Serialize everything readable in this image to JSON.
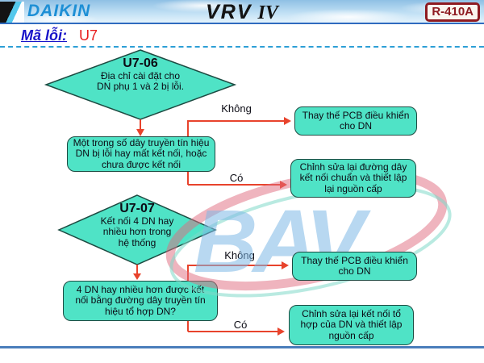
{
  "header": {
    "brand": "DAIKIN",
    "product": "VRV",
    "product_mark": "IV",
    "badge": "R-410A"
  },
  "error": {
    "label": "Mã lỗi:",
    "code": "U7"
  },
  "watermark": {
    "text": "BAV"
  },
  "colors": {
    "shape_fill": "#4FE3C6",
    "shape_border": "#1D4B42",
    "connector_red": "#E8432C",
    "error_label_blue": "#1813C9",
    "error_code_red": "#E81E1E",
    "badge_maroon": "#8E1B21",
    "daikin_blue": "#1E8FD5",
    "dashed_divider": "#2D9FD6",
    "bottom_rule": "#4A7EBB",
    "watermark_blue": "#7DB8E6",
    "watermark_red": "#E06A7E",
    "watermark_teal": "#7FD9C9"
  },
  "flow": {
    "sections": [
      {
        "id_title": "U7-06",
        "diamond_lines": [
          "Địa chỉ cài đặt cho",
          "DN phụ 1 và 2 bị lỗi."
        ],
        "statement_lines": [
          "Một trong số dây truyền tín hiệu",
          "DN bị lỗi hay mất kết nối, hoặc",
          "chưa được kết nối"
        ],
        "no_label": "Không",
        "yes_label": "Có",
        "no_action_lines": [
          "Thay thế PCB điều khiển",
          "cho DN"
        ],
        "yes_action_lines": [
          "Chỉnh sửa lại đường dây",
          "kết nối chuẩn và thiết lập",
          "lại nguồn cấp"
        ]
      },
      {
        "id_title": "U7-07",
        "diamond_lines": [
          "Kết nối 4 DN hay",
          "nhiều hơn trong",
          "hệ thống"
        ],
        "statement_lines": [
          "4 DN hay nhiều hơn được kết",
          "nối bằng đường dây truyền tín",
          "hiệu tổ hợp DN?"
        ],
        "no_label": "Không",
        "yes_label": "Có",
        "no_action_lines": [
          "Thay thế PCB điều khiển",
          "cho DN"
        ],
        "yes_action_lines": [
          "Chỉnh sửa lại kết nối tổ",
          "hợp của DN và thiết lập",
          "nguồn cấp"
        ]
      }
    ]
  }
}
